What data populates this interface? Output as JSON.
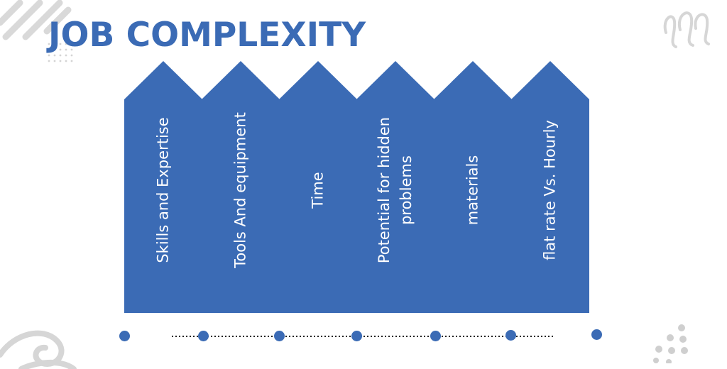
{
  "title": "JOB COMPLEXITY",
  "colors": {
    "primary": "#3b6bb5",
    "decoration": "#d6d6d6",
    "background": "#ffffff"
  },
  "decorations": [
    "diagonal-stripes-pattern",
    "dot-grid-pattern",
    "squiggle-lines",
    "swirl-shape",
    "dot-cluster"
  ],
  "columns": [
    {
      "label": "Skills and Expertise"
    },
    {
      "label": "Tools And equipment"
    },
    {
      "label": "Time"
    },
    {
      "label": "Potential for hidden problems"
    },
    {
      "label": "materials"
    },
    {
      "label": "flat rate Vs. Hourly"
    }
  ],
  "timeline": {
    "dots": 7
  }
}
